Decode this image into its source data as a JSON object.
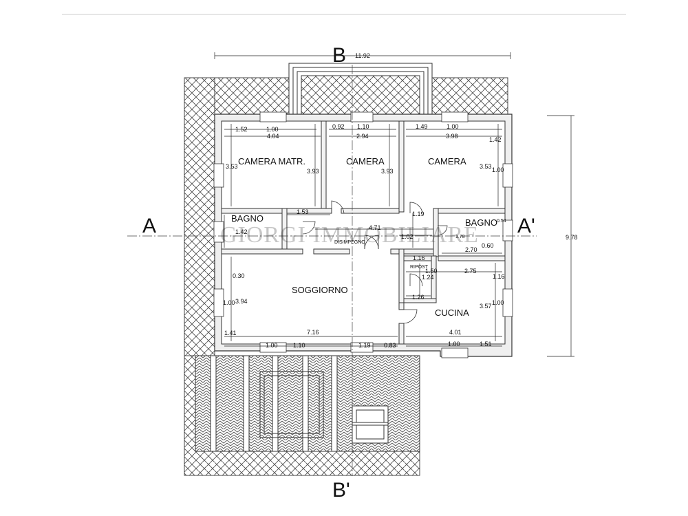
{
  "section_labels": {
    "A": "A",
    "A_prime": "A'",
    "B": "B",
    "B_prime": "B'"
  },
  "watermark": "GIORGI IMMOBILIARE",
  "rooms": {
    "camera_matr": "CAMERA MATR.",
    "camera_center": "CAMERA",
    "camera_right": "CAMERA",
    "bagno_left": "BAGNO",
    "bagno_right": "BAGNO",
    "disimpegno": "DISIMPEGNO",
    "soggiorno": "SOGGIORNO",
    "ripost": "RIPOST",
    "cucina": "CUCINA"
  },
  "dimensions": {
    "overall_width": "11.92",
    "overall_height": "9.78",
    "d_152": "1.52",
    "d_100_a": "1.00",
    "d_404": "4.04",
    "d_353_a": "3.53",
    "d_393_a": "3.93",
    "d_092": "0.92",
    "d_110_a": "1.10",
    "d_294": "2.94",
    "d_393_b": "3.93",
    "d_149": "1.49",
    "d_100_b": "1.00",
    "d_398": "3.98",
    "d_142_a": "1.42",
    "d_353_b": "3.53",
    "d_100_c": "1.00",
    "d_153": "1.53",
    "d_142_b": "1.42",
    "d_471": "4.71",
    "d_119_a": "1.19",
    "d_102": "1.02",
    "d_054": "0.54",
    "d_178": "1.78",
    "d_270": "2.70",
    "d_060": "0.60",
    "d_116_a": "1.16",
    "d_150": "1.50",
    "d_124": "1.24",
    "d_275": "2.75",
    "d_116_b": "1.16",
    "d_126": "1.26",
    "d_357": "3.57",
    "d_100_d": "1.00",
    "d_030": "0.30",
    "d_100_e": "1.00",
    "d_394": "3.94",
    "d_141": "1.41",
    "d_716": "7.16",
    "d_401": "4.01",
    "d_100_f": "1.00",
    "d_110_b": "1.10",
    "d_119_b": "1.19",
    "d_083": "0.83",
    "d_100_g": "1.00",
    "d_151": "1.51"
  }
}
